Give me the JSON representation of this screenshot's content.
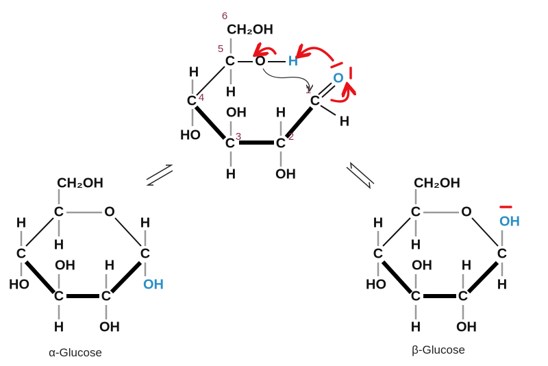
{
  "colors": {
    "highlight": "#2a8fc4",
    "carbon_number": "#8a2a44",
    "electron_arrows": "#e8141a"
  },
  "open_chain": {
    "atoms": [
      "CH₂OH",
      "C",
      "O",
      "H",
      "H",
      "C",
      "H",
      "C",
      "O",
      "H",
      "OH",
      "H",
      "HO",
      "C",
      "C",
      "H",
      "OH"
    ],
    "carbon_numbers": [
      "6",
      "5",
      "4",
      "1",
      "3",
      "2"
    ]
  },
  "alpha": {
    "atoms": [
      "CH₂OH",
      "C",
      "O",
      "H",
      "C",
      "H",
      "H",
      "C",
      "OH",
      "H",
      "HO",
      "OH",
      "C",
      "C",
      "H",
      "OH"
    ],
    "label": "α-Glucose"
  },
  "beta": {
    "atoms": [
      "CH₂OH",
      "C",
      "O",
      "H",
      "C",
      "H",
      "OH",
      "C",
      "OH",
      "H",
      "HO",
      "H",
      "C",
      "C",
      "H",
      "OH"
    ],
    "label": "β-Glucose"
  }
}
